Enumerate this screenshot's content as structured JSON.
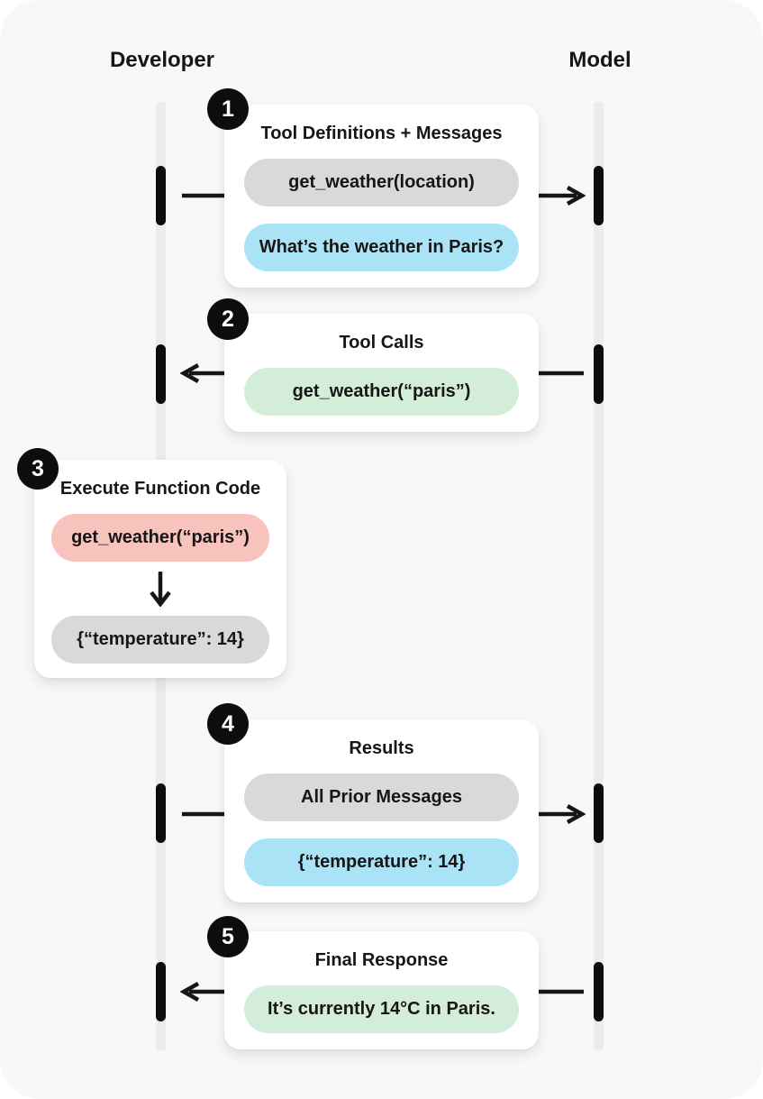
{
  "colors": {
    "page_background": "#ffffff",
    "panel_background": "#f8f8f8",
    "lifeline": "#ececec",
    "ink": "#161616",
    "card_background": "#ffffff",
    "pill_gray": "#d9d9d9",
    "pill_blue": "#abe3f6",
    "pill_green": "#d4edd8",
    "pill_red": "#f9c3bd",
    "badge_background": "#0d0d0d",
    "badge_text": "#ffffff"
  },
  "actors": [
    {
      "label": "Developer"
    },
    {
      "label": "Model"
    }
  ],
  "steps": [
    {
      "number": "1",
      "title": "Tool Definitions + Messages",
      "arrow": "developer-to-model",
      "pills": [
        {
          "text": "get_weather(location)",
          "color": "gray"
        },
        {
          "text": "What’s the weather in Paris?",
          "color": "blue"
        }
      ]
    },
    {
      "number": "2",
      "title": "Tool Calls",
      "arrow": "model-to-developer",
      "pills": [
        {
          "text": "get_weather(“paris”)",
          "color": "green"
        }
      ]
    },
    {
      "number": "3",
      "title": "Execute Function Code",
      "arrow": "none",
      "pills": [
        {
          "text": "get_weather(“paris”)",
          "color": "red"
        },
        {
          "text": "{“temperature”: 14}",
          "color": "gray"
        }
      ]
    },
    {
      "number": "4",
      "title": "Results",
      "arrow": "developer-to-model",
      "pills": [
        {
          "text": "All Prior Messages",
          "color": "gray"
        },
        {
          "text": "{“temperature”: 14}",
          "color": "blue"
        }
      ]
    },
    {
      "number": "5",
      "title": "Final Response",
      "arrow": "model-to-developer",
      "pills": [
        {
          "text": "It’s currently 14°C in Paris.",
          "color": "green"
        }
      ]
    }
  ]
}
